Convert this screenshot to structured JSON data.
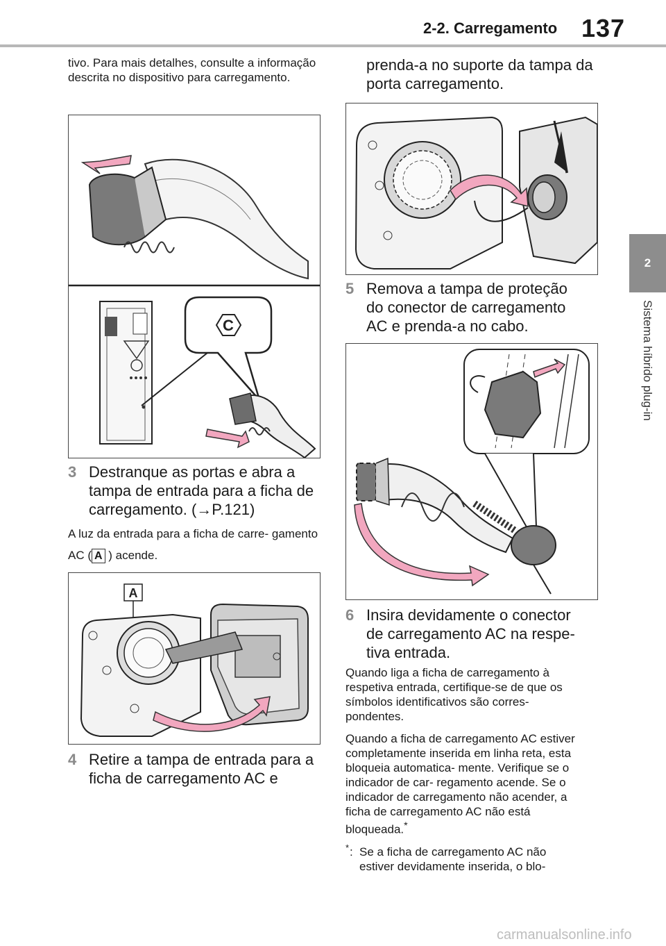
{
  "header": {
    "section_title": "2-2. Carregamento",
    "page_number": "137"
  },
  "side_tab": {
    "chapter_number": "2",
    "chapter_title": "Sistema híbrido plug-in"
  },
  "left": {
    "intro": "tivo. Para mais detalhes, consulte a informação descrita no dispositivo para carregamento.",
    "figure1": {
      "callout_label": "C"
    },
    "step3": {
      "number": "3",
      "text": "Destranque as portas e abra a tampa de entrada para a ficha de carregamento. (→P.121)"
    },
    "note3": {
      "before": "A luz da entrada para a ficha de carre- gamento AC (",
      "label": "A",
      "after": " ) acende."
    },
    "figure2": {
      "callout_label": "A"
    },
    "step4": {
      "number": "4",
      "text": "Retire a tampa de entrada para a ficha de carregamento AC e"
    }
  },
  "right": {
    "continuation": "prenda-a no suporte da tampa da porta carregamento.",
    "step5": {
      "number": "5",
      "text": "Remova a tampa de proteção do conector de carregamento AC e prenda-a no cabo."
    },
    "step6": {
      "number": "6",
      "text": "Insira devidamente o conector de carregamento AC na respe- tiva entrada."
    },
    "para1": "Quando liga a ficha de carregamento à respetiva entrada, certifique-se de que os símbolos identificativos são corres- pondentes.",
    "para2": "Quando a ficha de carregamento AC estiver completamente inserida em linha reta, esta bloqueia automatica- mente. Verifique se o indicador de car- regamento acende. Se o indicador de carregamento não acender, a ficha de carregamento AC não está bloqueada.",
    "para2_mark": "*",
    "footnote": {
      "mark": "*",
      "colon": ":",
      "text": "Se a ficha de carregamento AC não estiver devidamente inserida, o blo-"
    }
  },
  "watermark": "carmanualsonline.info",
  "colors": {
    "accent_pink": "#f2a7bf",
    "tab_gray": "#8d8d8d",
    "rule_gray": "#b8b8b8"
  }
}
